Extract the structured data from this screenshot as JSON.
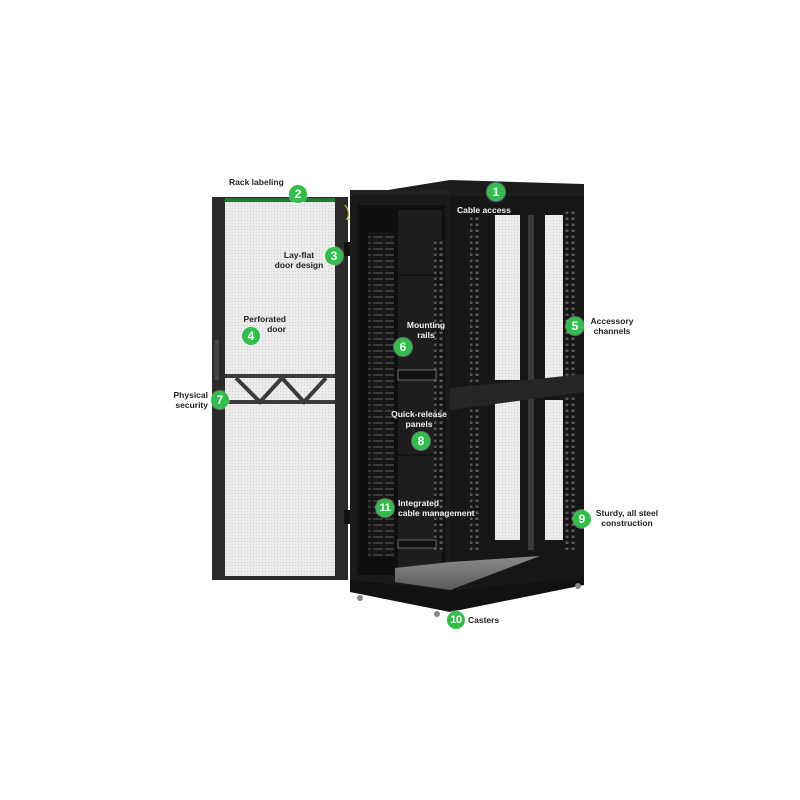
{
  "diagram": {
    "subject": "Server rack cabinet with open perforated front door",
    "accent_color": "#2fbf4a",
    "callouts": [
      {
        "number": "1",
        "line1": "Cable access",
        "line2": ""
      },
      {
        "number": "2",
        "line1": "Rack labeling",
        "line2": ""
      },
      {
        "number": "3",
        "line1": "Lay-flat",
        "line2": "door design"
      },
      {
        "number": "4",
        "line1": "Perforated",
        "line2": "door"
      },
      {
        "number": "5",
        "line1": "Accessory",
        "line2": "channels"
      },
      {
        "number": "6",
        "line1": "Mounting",
        "line2": "rails"
      },
      {
        "number": "7",
        "line1": "Physical",
        "line2": "security"
      },
      {
        "number": "8",
        "line1": "Quick-release",
        "line2": "panels"
      },
      {
        "number": "9",
        "line1": "Sturdy, all steel",
        "line2": "construction"
      },
      {
        "number": "10",
        "line1": "Casters",
        "line2": ""
      },
      {
        "number": "11",
        "line1": "Integrated",
        "line2": "cable management"
      }
    ]
  }
}
